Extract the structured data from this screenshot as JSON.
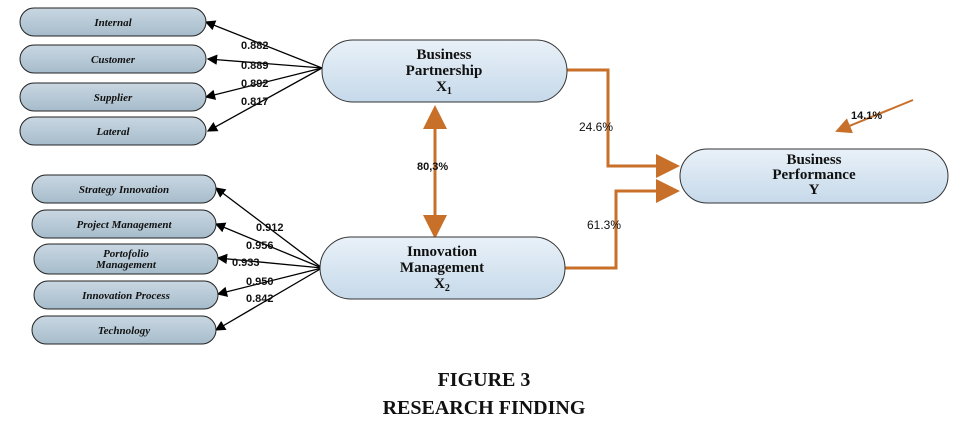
{
  "indicators_x1": [
    "Internal",
    "Customer",
    "Supplier",
    "Lateral"
  ],
  "loadings_x1": [
    "0.882",
    "0.889",
    "0.892",
    "0.817"
  ],
  "indicators_x2": [
    "Strategy Innovation",
    "Project Management",
    "Portofolio",
    "Management",
    "Innovation Process",
    "Technology"
  ],
  "loadings_x2": [
    "0.912",
    "0.956",
    "0.933",
    "0.950",
    "0.842"
  ],
  "x1": {
    "line1": "Business",
    "line2": "Partnership",
    "symbol": "X",
    "subscript": "1"
  },
  "x2": {
    "line1": "Innovation",
    "line2": "Management",
    "symbol": "X",
    "subscript": "2"
  },
  "y": {
    "line1": "Business",
    "line2": "Performance",
    "symbol": "Y"
  },
  "paths": {
    "x1_y": "24.6%",
    "x2_y": "61.3%",
    "x1_x2": "80,3%",
    "error_y": "14.1%"
  },
  "caption": {
    "line1": "FIGURE 3",
    "line2": "RESEARCH FINDING"
  },
  "colors": {
    "indicator_fill": "#b7c9d6",
    "latent_fill": "#d4e4f1",
    "path": "#c8702a",
    "loading_arrow": "#000000"
  }
}
